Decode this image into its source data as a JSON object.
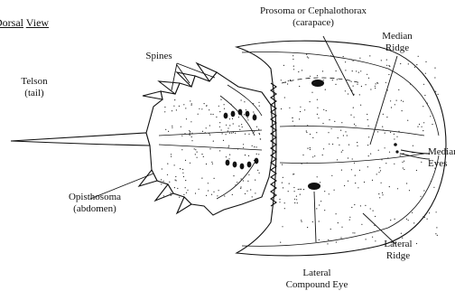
{
  "title": {
    "word1": "Dorsal",
    "word2": "View"
  },
  "labels": {
    "prosoma": [
      "Prosoma or Cephalothorax",
      "(carapace)"
    ],
    "median_ridge": [
      "Median",
      "Ridge"
    ],
    "spines": [
      "Spines"
    ],
    "telson": [
      "Telson",
      "(tail)"
    ],
    "median_eyes": [
      "Median",
      "Eyes"
    ],
    "opisthosoma": [
      "Opisthosoma",
      "(abdomen)"
    ],
    "lateral_ridge": [
      "Lateral",
      "Ridge"
    ],
    "lateral_compound_eye": [
      "Lateral",
      "Compound Eye"
    ]
  },
  "colors": {
    "ink": "#111111",
    "background": "#ffffff"
  }
}
